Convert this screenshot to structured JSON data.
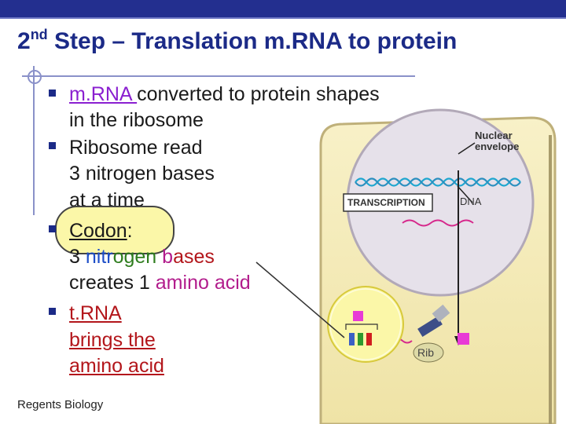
{
  "title": {
    "main": "2",
    "sup": "nd",
    "rest": " Step – Translation m.RNA to protein"
  },
  "bullet1": {
    "mrna": "m.RNA ",
    "line1_rest": "converted to protein shapes",
    "line2": "in the ribosome"
  },
  "bullet2": {
    "line1": "Ribosome read",
    "line2": "3 nitrogen bases",
    "line3": "at a time"
  },
  "bullet3": {
    "codon": "Codon",
    "colon": ":",
    "num": "3 ",
    "nitr": "nitr",
    "o": "o",
    "gen": "gen ",
    "b": "b",
    "ases": "ases",
    "line3a": "creates 1 ",
    "amino": "amino acid"
  },
  "bullet4": {
    "line1": "t.RNA",
    "line2": "brings the",
    "line3": "amino acid"
  },
  "diagram": {
    "nuclear_envelope": [
      "Nuclear",
      "envelope"
    ],
    "transcription": "TRANSCRIPTION",
    "dna": "DNA",
    "rib": "Rib"
  },
  "footer": "Regents Biology",
  "colors": {
    "title": "#1b2a87",
    "topbar": "#232f8f",
    "cell": "#f6eec0",
    "nucleus": "#e6e1ea",
    "mrna": "#d6298c",
    "dna": "#1fa6cf"
  }
}
